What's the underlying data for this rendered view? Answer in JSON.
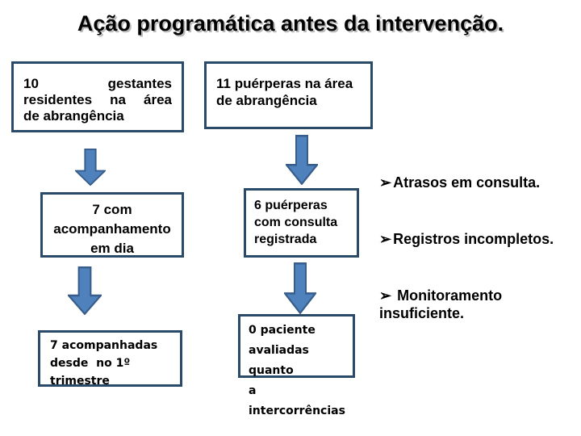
{
  "title": "Ação programática antes da intervenção.",
  "colors": {
    "box_border": "#2b4a68",
    "arrow_fill": "#4f81bd",
    "arrow_stroke": "#385d8a",
    "title_color": "#000000",
    "title_shadow": "#b9b9b9"
  },
  "flow": {
    "gestantes": {
      "box1": {
        "line1_left": "10",
        "line1_right": "gestantes",
        "line2_w1": "residentes",
        "line2_w2": "na",
        "line2_w3": "área",
        "line3": "de abrangência"
      },
      "box2": "7 com\nacompanhamento\nem dia",
      "box3": "7 acompanhadas\ndesde  no 1º\ntrimestre"
    },
    "puerperas": {
      "box1": "11 puérperas na área\nde abrangência",
      "box2": "6 puérperas\ncom consulta\nregistrada",
      "box3": "0 paciente\navaliadas quanto\na intercorrências"
    }
  },
  "findings": {
    "items": [
      {
        "bullet": "➢",
        "label": "Atrasos em consulta."
      },
      {
        "bullet": "➢",
        "label": "Registros incompletos."
      },
      {
        "bullet": "➢",
        "label": " Monitoramento\ninsuficiente."
      }
    ]
  }
}
